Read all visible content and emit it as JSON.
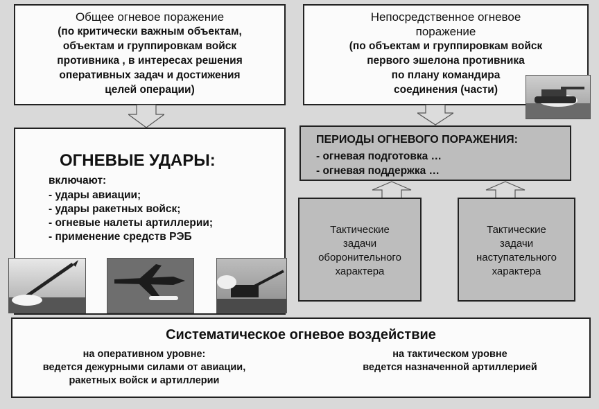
{
  "top_left": {
    "title": "Общее огневое поражение",
    "lines": [
      "(по критически важным объектам,",
      "объектам и   группировкам войск",
      "противника , в интересах решения",
      "оперативных задач и достижения",
      "целей операции)"
    ]
  },
  "top_right": {
    "title_lines": [
      "Непосредственное огневое",
      "поражение"
    ],
    "lines": [
      "(по объектам и группировкам войск",
      "первого эшелона противника",
      "по плану командира",
      "соединения (части)"
    ]
  },
  "strikes": {
    "title": "ОГНЕВЫЕ УДАРЫ:",
    "intro": "включают:",
    "items": [
      "-  удары авиации;",
      "-  удары ракетных войск;",
      "-  огневые налеты артиллерии;",
      "-  применение средств РЭБ"
    ]
  },
  "periods": {
    "title": "ПЕРИОДЫ ОГНЕВОГО ПОРАЖЕНИЯ:",
    "items": [
      "-   огневая подготовка …",
      "-   огневая поддержка …"
    ]
  },
  "defensive": {
    "lines": [
      "Тактические",
      "задачи",
      "оборонительного",
      "характера"
    ]
  },
  "offensive": {
    "lines": [
      "Тактические",
      "задачи",
      "наступательного",
      "характера"
    ]
  },
  "systematic": {
    "title": "Систематическое огневое воздействие",
    "left_lines": [
      "на оперативном уровне:",
      "ведется дежурными силами от авиации,",
      "ракетных войск и артиллерии"
    ],
    "right_lines": [
      "на тактическом уровне",
      "ведется назначенной  артиллерией"
    ]
  },
  "photos": [
    {
      "icon": "missile-launch-photo"
    },
    {
      "icon": "fighter-jet-photo"
    },
    {
      "icon": "artillery-gun-photo"
    },
    {
      "icon": "tank-photo"
    }
  ]
}
